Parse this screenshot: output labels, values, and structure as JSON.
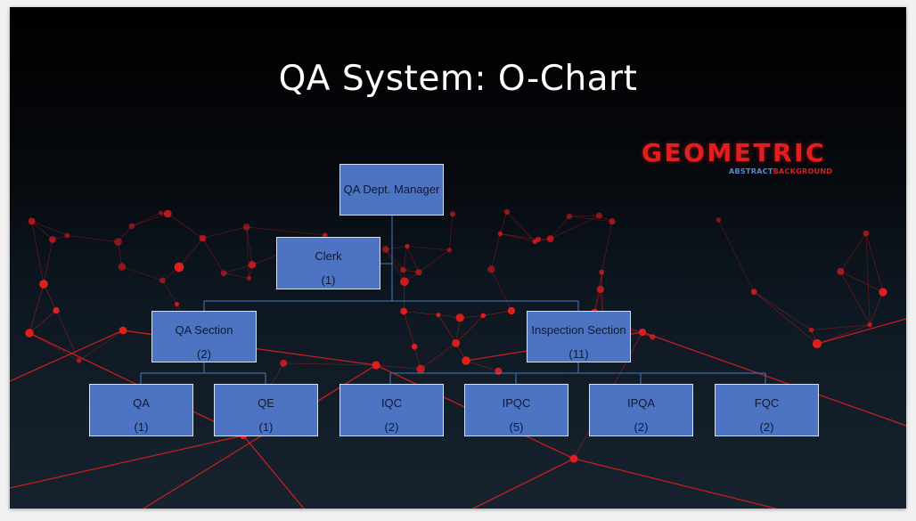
{
  "slide": {
    "title": "QA System: O-Chart",
    "logo": {
      "main": "GEOMETRIC",
      "sub_a": "ABSTRACT",
      "sub_b": "BACKGROUND"
    }
  },
  "org_chart": {
    "manager": {
      "label": "QA Dept. Manager"
    },
    "clerk": {
      "label": "Clerk",
      "count": "(1)"
    },
    "sections": [
      {
        "label": "QA Section",
        "count": "(2)"
      },
      {
        "label": "Inspection Section",
        "count": "(11)"
      }
    ],
    "units": [
      {
        "label": "QA",
        "count": "(1)"
      },
      {
        "label": "QE",
        "count": "(1)"
      },
      {
        "label": "IQC",
        "count": "(2)"
      },
      {
        "label": "IPQC",
        "count": "(5)"
      },
      {
        "label": "IPQA",
        "count": "(2)"
      },
      {
        "label": "FQC",
        "count": "(2)"
      }
    ]
  },
  "colors": {
    "box_fill": "#4d73c3",
    "box_border": "#d6e0f5",
    "network_red": "#e01e1e",
    "connector": "#4a78c8"
  }
}
